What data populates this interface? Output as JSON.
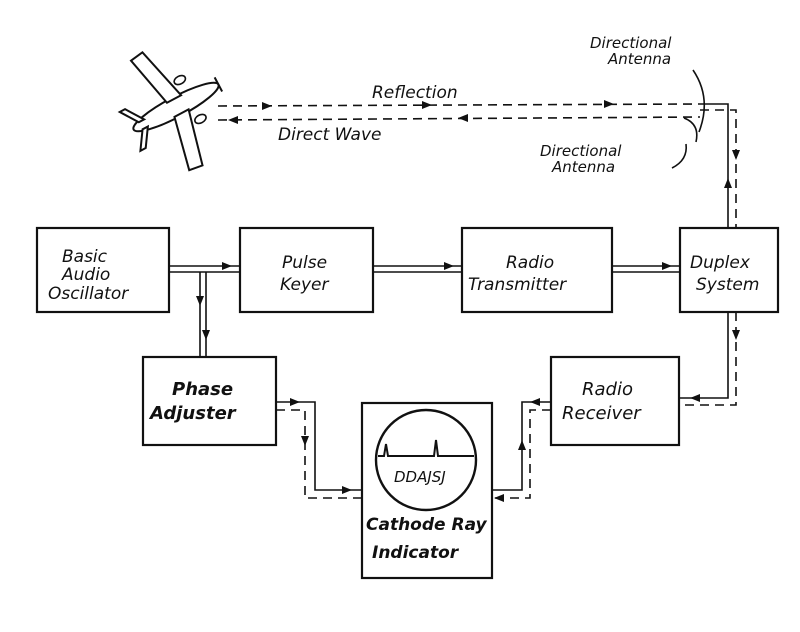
{
  "labels": {
    "directional_antenna_top": [
      "Directional",
      "Antenna"
    ],
    "directional_antenna_bottom": [
      "Directional",
      "Antenna"
    ],
    "reflection": "Reflection",
    "direct_wave": "Direct Wave"
  },
  "blocks": {
    "oscillator": [
      "Basic",
      "Audio",
      "Oscillator"
    ],
    "pulse_keyer": [
      "Pulse",
      "Keyer"
    ],
    "radio_transmitter": [
      "Radio",
      "Transmitter"
    ],
    "duplex_system": [
      "Duplex",
      "System"
    ],
    "phase_adjuster": [
      "Phase",
      "Adjuster"
    ],
    "radio_receiver": [
      "Radio",
      "Receiver"
    ],
    "cathode_ray_indicator": [
      "Cathode Ray",
      "Indicator"
    ]
  },
  "scope_text": "DDAJSJ"
}
